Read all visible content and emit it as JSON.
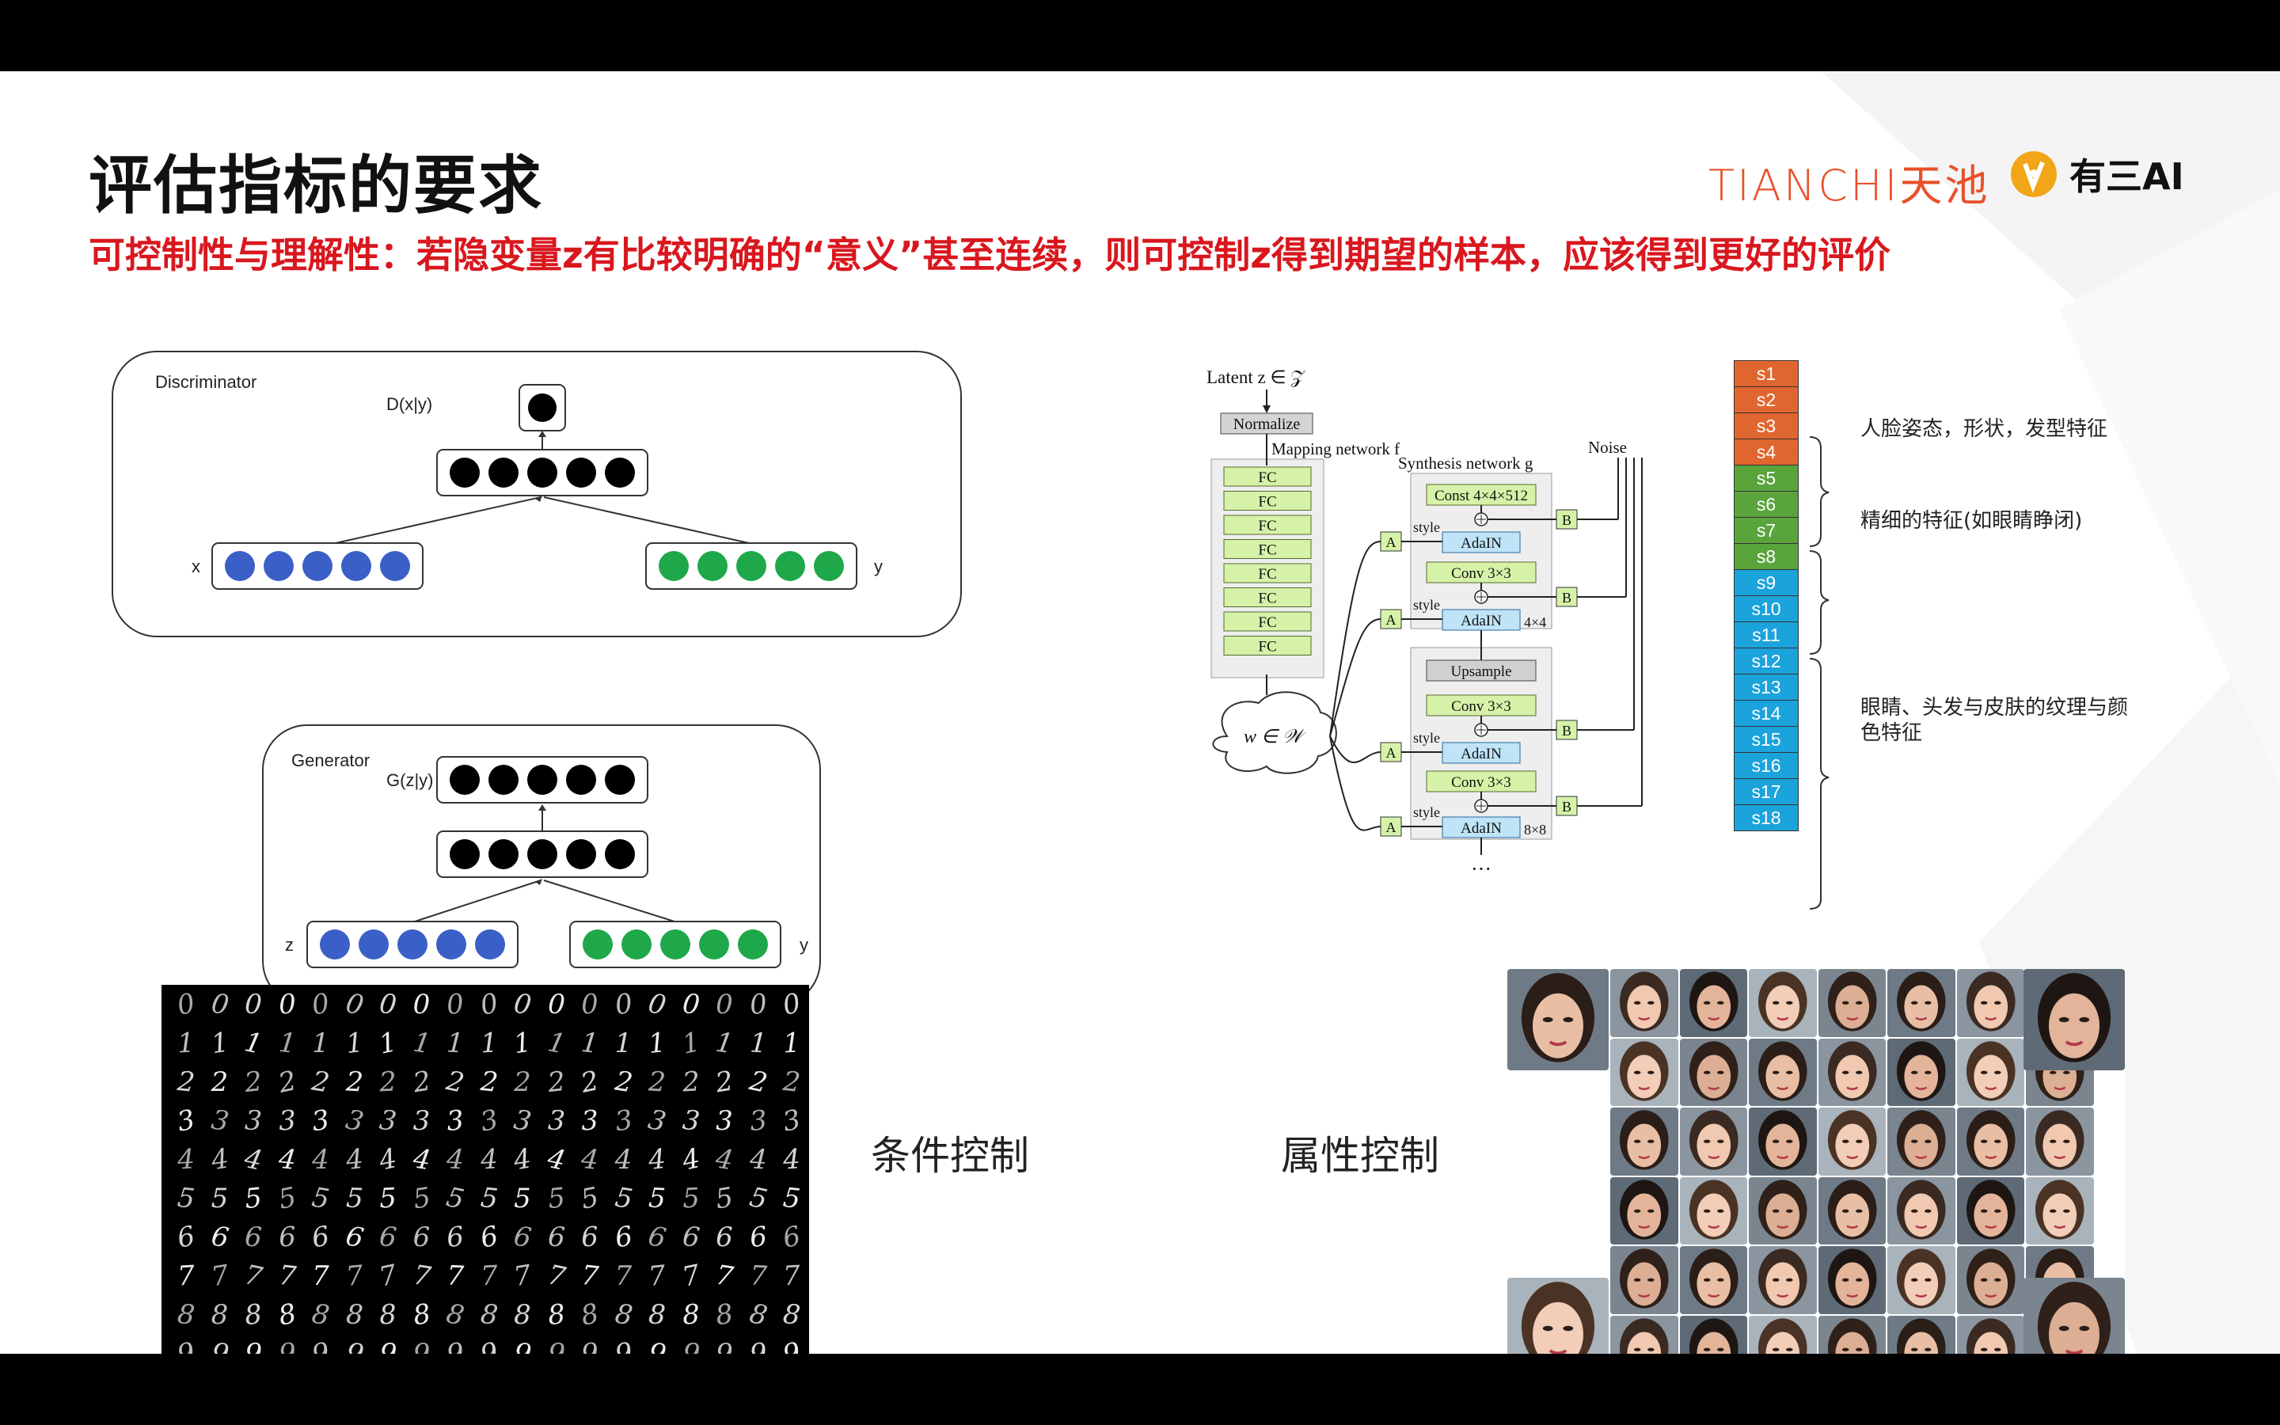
{
  "slide": {
    "title": "评估指标的要求",
    "subtitle": "可控制性与理解性：若隐变量z有比较明确的“意义”甚至连续，则可控制z得到期望的样本，应该得到更好的评价"
  },
  "logos": {
    "tianchi": "TIANCHI天池",
    "youshan": "有三AI"
  },
  "cgan": {
    "discriminator_label": "Discriminator",
    "d_output_label": "D(x|y)",
    "x_label": "x",
    "y_label_d": "y",
    "generator_label": "Generator",
    "g_output_label": "G(z|y)",
    "z_label": "z",
    "y_label_g": "y"
  },
  "stylegan": {
    "latent_label": "Latent z ∈ 𝒵",
    "normalize": "Normalize",
    "mapping_label": "Mapping network f",
    "fc_label": "FC",
    "w_label": "w ∈ 𝒲",
    "synthesis_label": "Synthesis network g",
    "noise_label": "Noise",
    "const": "Const 4×4×512",
    "adain": "AdaIN",
    "conv": "Conv 3×3",
    "upsample": "Upsample",
    "style": "style",
    "a": "A",
    "b": "B",
    "res4": "4×4",
    "res8": "8×8",
    "ellipsis": "···"
  },
  "styles": {
    "items": [
      "s1",
      "s2",
      "s3",
      "s4",
      "s5",
      "s6",
      "s7",
      "s8",
      "s9",
      "s10",
      "s11",
      "s12",
      "s13",
      "s14",
      "s15",
      "s16",
      "s17",
      "s18"
    ],
    "colors": {
      "coarse": "#e0662f",
      "middle": "#5aa43c",
      "fine": "#1ba3dc"
    },
    "labels": {
      "coarse": "人脸姿态，形状，发型特征",
      "middle": "精细的特征(如眼睛睁闭)",
      "fine": "眼睛、头发与皮肤的纹理与颜色特征"
    }
  },
  "captions": {
    "conditional": "条件控制",
    "attribute": "属性控制"
  },
  "mnist": {
    "rows": [
      "0",
      "1",
      "2",
      "3",
      "4",
      "5",
      "6",
      "7",
      "8",
      "9"
    ]
  }
}
